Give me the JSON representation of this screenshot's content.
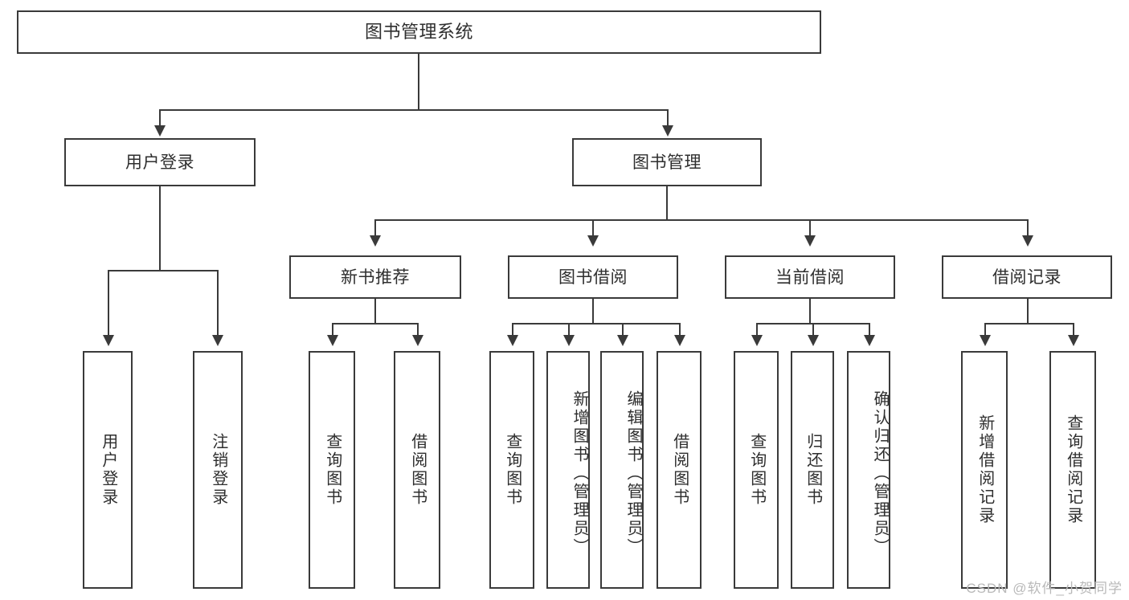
{
  "diagram": {
    "title": "图书管理系统",
    "type": "hierarchy-tree",
    "root": {
      "label": "图书管理系统"
    },
    "level1": [
      {
        "label": "用户登录"
      },
      {
        "label": "图书管理"
      }
    ],
    "level2": [
      {
        "label": "新书推荐"
      },
      {
        "label": "图书借阅"
      },
      {
        "label": "当前借阅"
      },
      {
        "label": "借阅记录"
      }
    ],
    "leaves": {
      "user_login": [
        {
          "label": "用户登录"
        },
        {
          "label": "注销登录"
        }
      ],
      "new_book_recommend": [
        {
          "label": "查询图书"
        },
        {
          "label": "借阅图书"
        }
      ],
      "book_borrow": [
        {
          "label": "查询图书"
        },
        {
          "label": "新增图书（管理员）"
        },
        {
          "label": "编辑图书（管理员）"
        },
        {
          "label": "借阅图书"
        }
      ],
      "current_borrow": [
        {
          "label": "查询图书"
        },
        {
          "label": "归还图书"
        },
        {
          "label": "确认归还（管理员）"
        }
      ],
      "borrow_record": [
        {
          "label": "新增借阅记录"
        },
        {
          "label": "查询借阅记录"
        }
      ]
    }
  },
  "watermark": {
    "text": "CSDN @软件_小贺同学"
  },
  "colors": {
    "border": "#3a3a3a",
    "text": "#2e2e2e",
    "background": "#ffffff",
    "watermark": "#b9b9b9"
  }
}
